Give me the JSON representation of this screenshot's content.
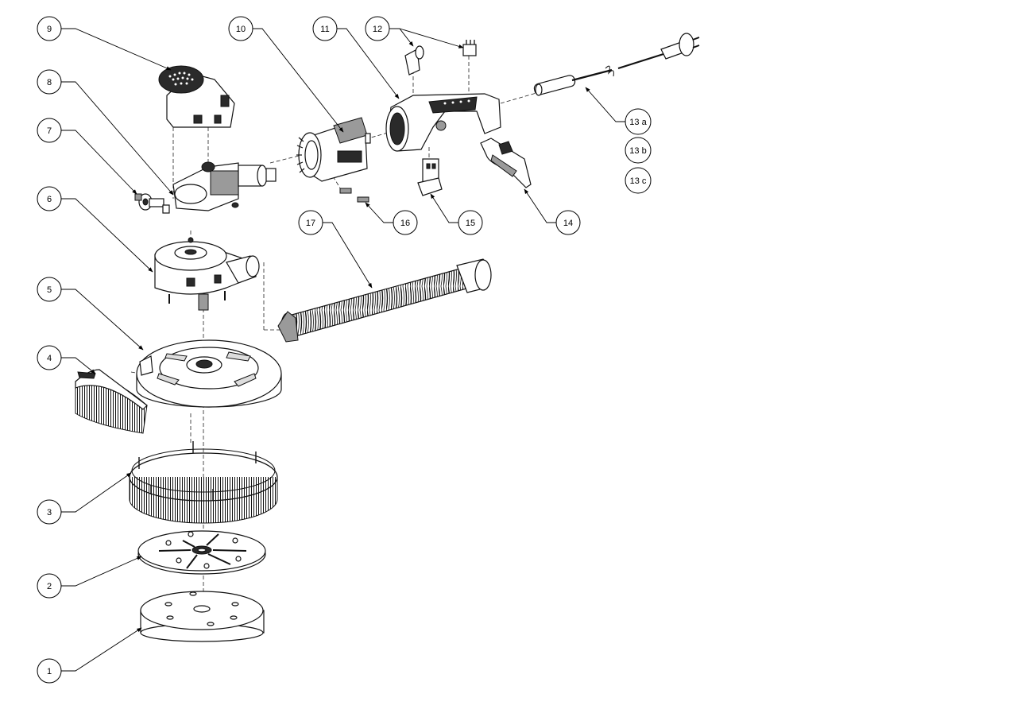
{
  "diagram": {
    "callouts": [
      {
        "id": "c1",
        "label": "1"
      },
      {
        "id": "c2",
        "label": "2"
      },
      {
        "id": "c3",
        "label": "3"
      },
      {
        "id": "c4",
        "label": "4"
      },
      {
        "id": "c5",
        "label": "5"
      },
      {
        "id": "c6",
        "label": "6"
      },
      {
        "id": "c7",
        "label": "7"
      },
      {
        "id": "c8",
        "label": "8"
      },
      {
        "id": "c9",
        "label": "9"
      },
      {
        "id": "c10",
        "label": "10"
      },
      {
        "id": "c11",
        "label": "11"
      },
      {
        "id": "c12",
        "label": "12"
      },
      {
        "id": "c13a",
        "label": "13 a"
      },
      {
        "id": "c13b",
        "label": "13 b"
      },
      {
        "id": "c13c",
        "label": "13 c"
      },
      {
        "id": "c14",
        "label": "14"
      },
      {
        "id": "c15",
        "label": "15"
      },
      {
        "id": "c16",
        "label": "16"
      },
      {
        "id": "c17",
        "label": "17"
      }
    ]
  }
}
